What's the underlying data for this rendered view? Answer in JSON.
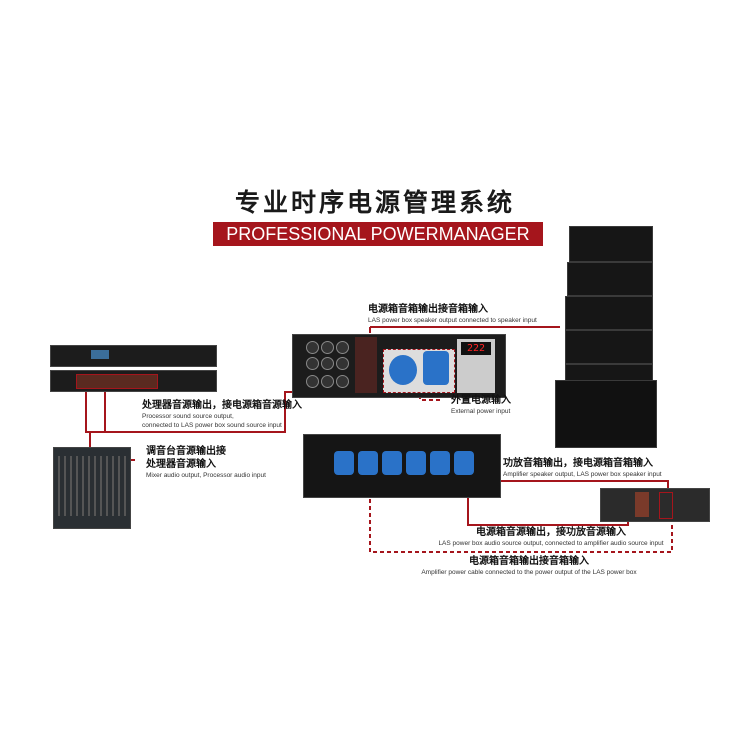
{
  "title_cn": "专业时序电源管理系统",
  "title_en": "PROFESSIONAL POWERMANAGER",
  "display_value": "222",
  "labels": {
    "speaker_out": {
      "cn": "电源箱音箱输出接音箱输入",
      "en": "LAS power box speaker output connected to speaker input"
    },
    "external_power": {
      "cn": "外置电源输入",
      "en": "External power input"
    },
    "processor_out": {
      "cn": "处理器音源输出，接电源箱音源输入",
      "en1": "Processor sound source output,",
      "en2": "connected to LAS power box sound source input"
    },
    "mixer_out": {
      "cn1": "调音台音源输出接",
      "cn2": "处理器音源输入",
      "en": "Mixer audio output, Processor audio input"
    },
    "amp_speaker": {
      "cn": "功放音箱输出，接电源箱音箱输入",
      "en": "Amplifier speaker output, LAS power box speaker input"
    },
    "box_audio": {
      "cn": "电源箱音源输出，接功放音源输入",
      "en": "LAS power box audio source output, connected to amplifier audio source input"
    },
    "amp_power": {
      "cn": "电源箱音箱输出接音箱输入",
      "en": "Amplifier power cable connected to the power output of the LAS power box"
    }
  },
  "colors": {
    "accent": "#a5151c",
    "socket": "#2a72c8"
  }
}
